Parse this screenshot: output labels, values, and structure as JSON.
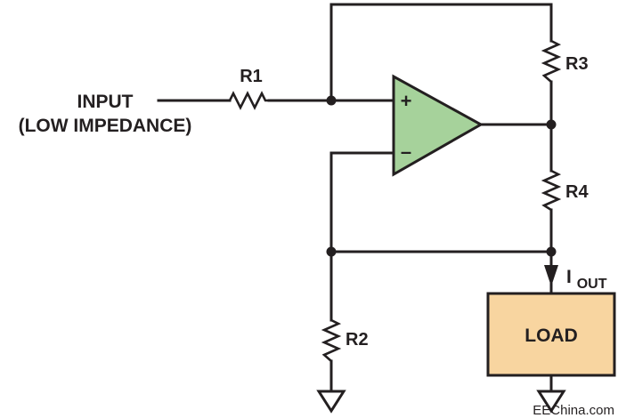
{
  "labels": {
    "input_line1": "INPUT",
    "input_line2": "(LOW IMPEDANCE)",
    "r1": "R1",
    "r2": "R2",
    "r3": "R3",
    "r4": "R4",
    "iout_main": "I",
    "iout_sub": "OUT",
    "load": "LOAD",
    "opamp_plus": "+",
    "opamp_minus": "–",
    "watermark": "EEChina.com"
  },
  "colors": {
    "opamp_fill": "#a6d29b",
    "load_fill": "#f8d5a0",
    "wire": "#231f20"
  },
  "icons": {
    "ground": "ground-icon",
    "current_arrow": "arrow-down-icon"
  }
}
